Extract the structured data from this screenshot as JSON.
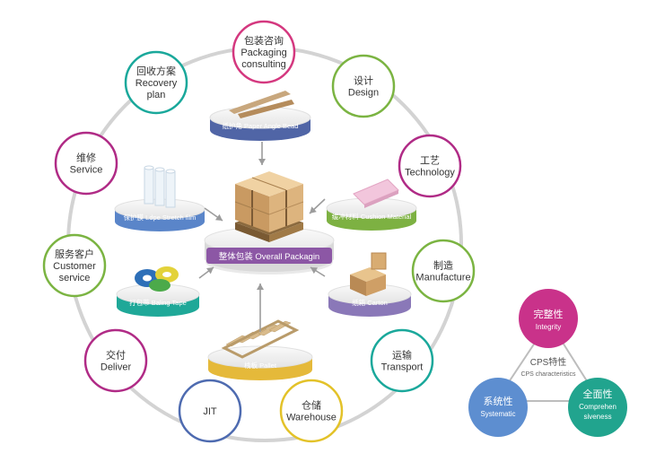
{
  "process_nodes": [
    {
      "cn": "包装咨询",
      "en1": "Packaging",
      "en2": "consulting",
      "color": "#d4387f"
    },
    {
      "cn": "设计",
      "en1": "Design",
      "en2": "",
      "color": "#7bb442"
    },
    {
      "cn": "工艺",
      "en1": "Technology",
      "en2": "",
      "color": "#b02b86"
    },
    {
      "cn": "制造",
      "en1": "Manufacture",
      "en2": "",
      "color": "#7bb442"
    },
    {
      "cn": "运输",
      "en1": "Transport",
      "en2": "",
      "color": "#1aa89b"
    },
    {
      "cn": "仓储",
      "en1": "Warehouse",
      "en2": "",
      "color": "#e3c229"
    },
    {
      "cn": "",
      "en1": "JIT",
      "en2": "",
      "color": "#4e6bb0"
    },
    {
      "cn": "交付",
      "en1": "Deliver",
      "en2": "",
      "color": "#b02b86"
    },
    {
      "cn": "服务客户",
      "en1": "Customer",
      "en2": "service",
      "color": "#7bb442"
    },
    {
      "cn": "维修",
      "en1": "Service",
      "en2": "",
      "color": "#b02b86"
    },
    {
      "cn": "回收方案",
      "en1": "Recovery",
      "en2": "plan",
      "color": "#1aa89b"
    }
  ],
  "products": [
    {
      "label": "纸护角 Paper Angle Bead",
      "color": "#5065a6"
    },
    {
      "label": "缓冲材料 Cushion Material",
      "color": "#7db142"
    },
    {
      "label": "纸箱 Carton",
      "color": "#8a78b8"
    },
    {
      "label": "栈板 Pallet",
      "color": "#e5b93a"
    },
    {
      "label": "打包带 Baling Tape",
      "color": "#1fa898"
    },
    {
      "label": "保护膜 Ldpe Stretch film",
      "color": "#5a85c9"
    }
  ],
  "center": {
    "label": "整体包装 Overall Packagin",
    "color": "#8c57a5"
  },
  "cps": {
    "center_cn": "CPS特性",
    "center_en": "CPS characteristics",
    "integrity": {
      "cn": "完整性",
      "en": "Integrity",
      "color": "#c9328a"
    },
    "systematic": {
      "cn": "系统性",
      "en": "Systematic",
      "color": "#5d8ed0"
    },
    "comprehensive": {
      "cn": "全面性",
      "en1": "Comprehen",
      "en2": "siveness",
      "color": "#21a48e"
    }
  },
  "colors": {
    "ring": "#d3d3d3",
    "arrow": "#9c9c9c",
    "node_text": "#333333"
  }
}
